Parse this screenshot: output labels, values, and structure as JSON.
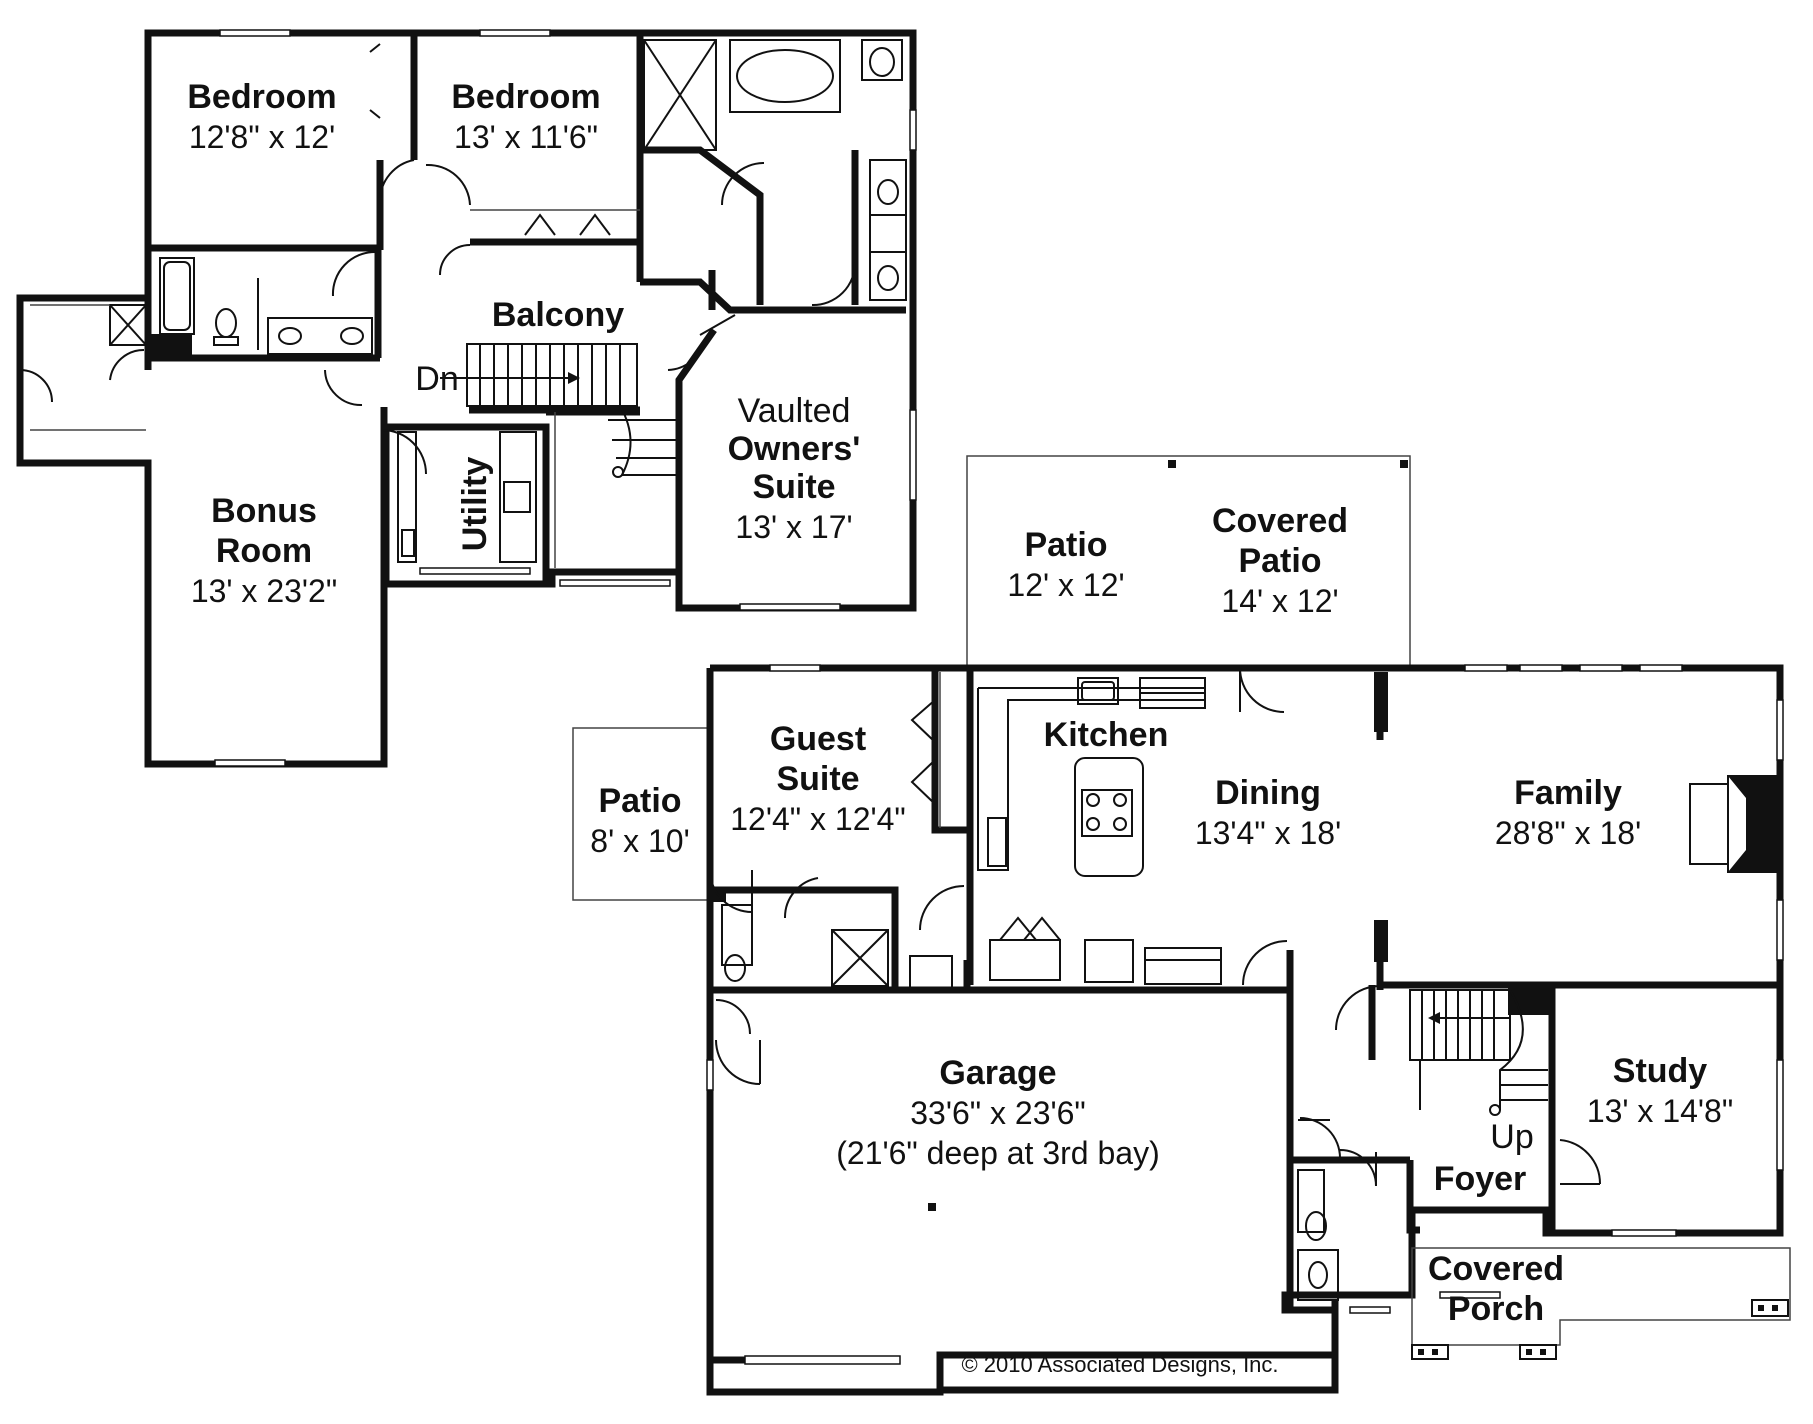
{
  "title": "",
  "upper_floor": {
    "rooms": [
      {
        "id": "bedroom-1",
        "name_lines": [
          "Bedroom"
        ],
        "dims": "12'8\" x 12'"
      },
      {
        "id": "bedroom-2",
        "name_lines": [
          "Bedroom"
        ],
        "dims": "13' x 11'6\""
      },
      {
        "id": "balcony",
        "name_lines": [
          "Balcony"
        ],
        "dims": ""
      },
      {
        "id": "owners-suite",
        "prefix": "Vaulted",
        "name_lines": [
          "Owners'",
          "Suite"
        ],
        "dims": "13' x 17'"
      },
      {
        "id": "bonus-room",
        "name_lines": [
          "Bonus",
          "Room"
        ],
        "dims": "13' x 23'2\""
      },
      {
        "id": "utility",
        "name_lines": [
          "Utility"
        ],
        "dims": ""
      }
    ],
    "stair_label": "Dn"
  },
  "main_floor": {
    "rooms": [
      {
        "id": "patio-rear",
        "name_lines": [
          "Patio"
        ],
        "dims": "12' x 12'"
      },
      {
        "id": "covered-patio",
        "name_lines": [
          "Covered",
          "Patio"
        ],
        "dims": "14' x 12'"
      },
      {
        "id": "patio-side",
        "name_lines": [
          "Patio"
        ],
        "dims": "8' x 10'"
      },
      {
        "id": "guest-suite",
        "name_lines": [
          "Guest",
          "Suite"
        ],
        "dims": "12'4\" x 12'4\""
      },
      {
        "id": "kitchen",
        "name_lines": [
          "Kitchen"
        ],
        "dims": ""
      },
      {
        "id": "dining",
        "name_lines": [
          "Dining"
        ],
        "dims": "13'4\" x 18'"
      },
      {
        "id": "family",
        "name_lines": [
          "Family"
        ],
        "dims": "28'8\" x 18'"
      },
      {
        "id": "garage",
        "name_lines": [
          "Garage"
        ],
        "dims": "33'6\" x 23'6\"",
        "note": "(21'6\" deep at 3rd bay)"
      },
      {
        "id": "study",
        "name_lines": [
          "Study"
        ],
        "dims": "13' x 14'8\""
      },
      {
        "id": "foyer",
        "name_lines": [
          "Foyer"
        ],
        "dims": ""
      },
      {
        "id": "covered-porch",
        "name_lines": [
          "Covered",
          "Porch"
        ],
        "dims": ""
      }
    ],
    "stair_label": "Up"
  },
  "copyright": "© 2010 Associated Designs, Inc."
}
